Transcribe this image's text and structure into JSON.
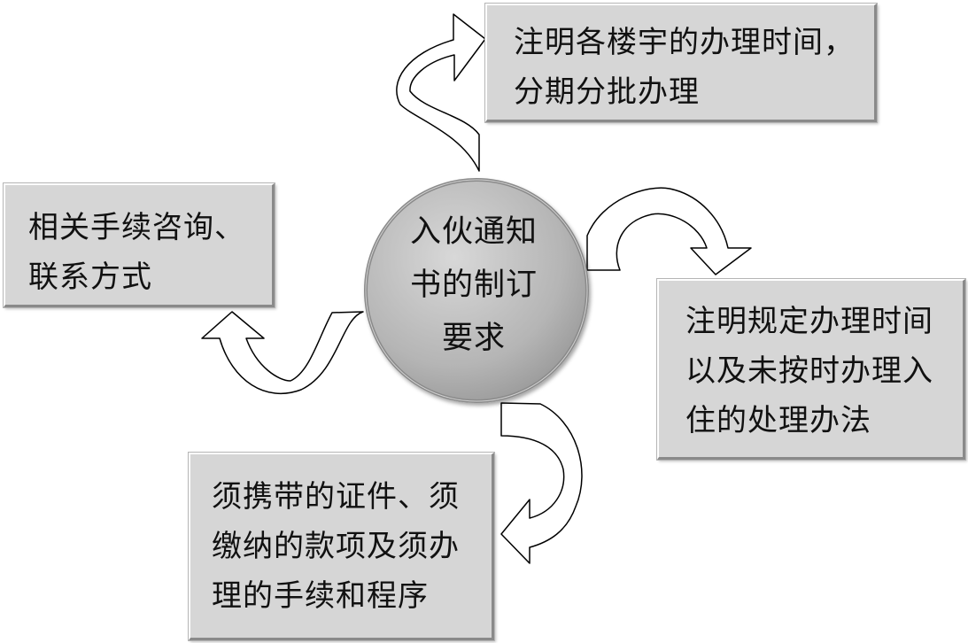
{
  "center": {
    "lines": [
      "入伙通知",
      "书的制订",
      "要求"
    ]
  },
  "boxes": {
    "top": {
      "lines": [
        "注明各楼宇的办理时间，",
        "分期分批办理"
      ]
    },
    "right": {
      "lines": [
        "注明规定办理时间",
        "以及未按时办理入",
        "住的处理办法"
      ]
    },
    "bottom": {
      "lines": [
        "须携带的证件、须",
        "缴纳的款项及须办",
        "理的手续和程序"
      ]
    },
    "left": {
      "lines": [
        "相关手续咨询、",
        "联系方式"
      ]
    }
  },
  "colors": {
    "box_fill": "#d6d6d6",
    "center_fill": "#b8b8b8",
    "arrow_fill": "#ffffff",
    "arrow_stroke": "#000000"
  }
}
